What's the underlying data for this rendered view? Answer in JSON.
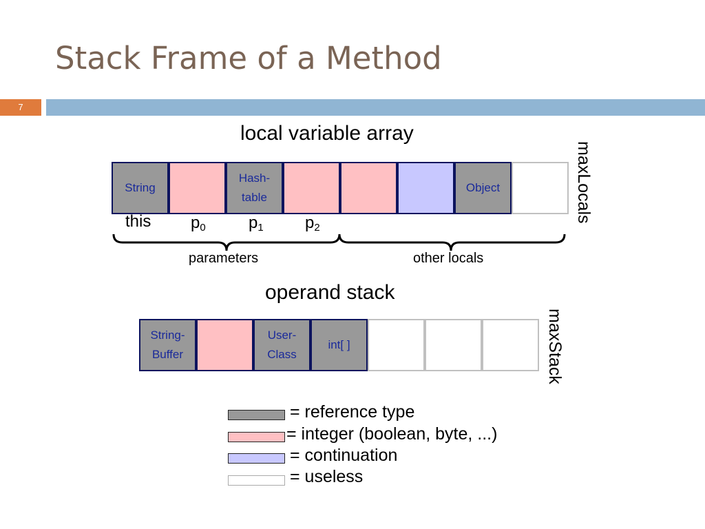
{
  "title": "Stack Frame of a Method",
  "slide_number": "7",
  "colors": {
    "title": "#7a6455",
    "slide_number_bg": "#e07b3c",
    "top_bar": "#90b5d3",
    "reference_type": "#999999",
    "integer": "#ffc0c3",
    "continuation": "#c8c8ff",
    "useless": "#ffffff",
    "cell_text": "#1a2a9a"
  },
  "local_variable_array": {
    "heading": "local variable array",
    "max_label": "maxLocals",
    "cells": [
      {
        "type": "reference",
        "label": [
          "String"
        ]
      },
      {
        "type": "integer",
        "label": []
      },
      {
        "type": "reference",
        "label": [
          "Hash-",
          "table"
        ]
      },
      {
        "type": "integer",
        "label": []
      },
      {
        "type": "integer",
        "label": []
      },
      {
        "type": "continuation",
        "label": []
      },
      {
        "type": "reference",
        "label": [
          "Object"
        ]
      },
      {
        "type": "useless",
        "label": []
      }
    ],
    "slot_labels": {
      "this": "this",
      "p0": {
        "base": "p",
        "sub": "0"
      },
      "p1": {
        "base": "p",
        "sub": "1"
      },
      "p2": {
        "base": "p",
        "sub": "2"
      }
    },
    "groups": {
      "parameters": "parameters",
      "other_locals": "other locals"
    }
  },
  "operand_stack": {
    "heading": "operand stack",
    "max_label": "maxStack",
    "cells": [
      {
        "type": "reference",
        "label": [
          "String-",
          "Buffer"
        ]
      },
      {
        "type": "integer",
        "label": []
      },
      {
        "type": "reference",
        "label": [
          "User-",
          "Class"
        ]
      },
      {
        "type": "reference",
        "label": [
          "int[ ]"
        ]
      },
      {
        "type": "useless",
        "label": []
      },
      {
        "type": "useless",
        "label": []
      },
      {
        "type": "useless",
        "label": []
      }
    ]
  },
  "legend": {
    "reference": "= reference type",
    "integer": "= integer (boolean, byte, ...)",
    "continuation": "= continuation",
    "useless": "= useless"
  }
}
